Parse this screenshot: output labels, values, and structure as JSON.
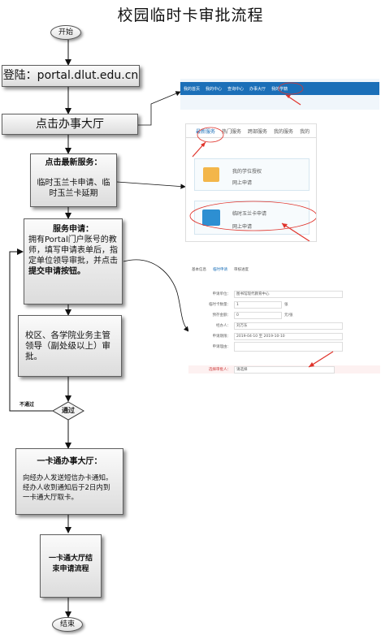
{
  "title": "校园临时卡审批流程",
  "start_label": "开始",
  "end_label": "结束",
  "step1": "登陆：portal.dlut.edu.cn",
  "step2": "点击办事大厅",
  "step3": {
    "heading": "点击最新服务：",
    "body": "临时玉兰卡申请、临时玉兰卡延期"
  },
  "step4": {
    "heading": "服务申请：",
    "body_a": "拥有Portal门户账号的教师，填写申请表单后，指定单位领导审批，并点击",
    "body_bold": "提交申请",
    "body_b": "按钮。"
  },
  "step5": "校区、各学院业务主管领导（副处级以上）审批。",
  "decision": "通过",
  "reject_label": "不通过",
  "step6": {
    "heading": "一卡通办事大厅：",
    "body": "向经办人发送短信办卡通知。经办人收到通知后于2日内到一卡通大厅取卡。"
  },
  "step7": "一卡通大厅结束申请流程",
  "shot1": {
    "nav": [
      "我的首页",
      "我的中心",
      "查询中心",
      "办事大厅",
      "我的学籍"
    ]
  },
  "shot2": {
    "tabs": [
      "最新服务",
      "热门服务",
      "跨部服务",
      "我的服务",
      "我的"
    ],
    "card1_title": "我的学位授权",
    "card1_sub": "网上申请",
    "card2_title": "临时玉兰卡申请",
    "card2_sub": "网上申请"
  },
  "shot3": {
    "tabs": [
      "基本信息",
      "临时申请",
      "审核进度"
    ],
    "rows": [
      {
        "label": "申请单位：",
        "value": "图书馆现代教育中心"
      },
      {
        "label": "临时卡数量：",
        "value": "1"
      },
      {
        "label": "预存金额：",
        "value": "0"
      },
      {
        "label": "经办人：",
        "value": "刘万东"
      },
      {
        "label": "申请期限：",
        "value": "2019-04-10   至   2019-10-10"
      },
      {
        "label": "申请理由：",
        "value": ""
      }
    ],
    "leader_label": "选择审批人：",
    "leader_value": "请选择",
    "unit_cards": "张",
    "unit_money": "元/张"
  },
  "colors": {
    "nav_blue": "#1b6fb8",
    "arrow_red": "#e0332b"
  }
}
